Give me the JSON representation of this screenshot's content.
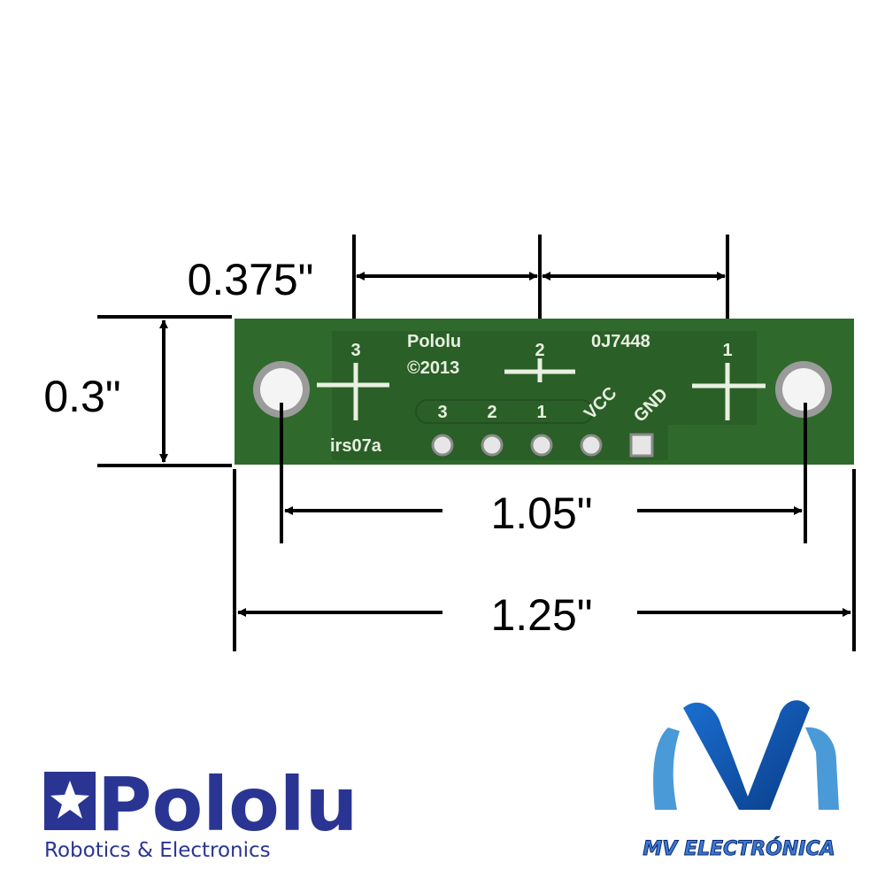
{
  "dimensions": {
    "sensor_spacing": "0.375\"",
    "height": "0.3\"",
    "hole_spacing": "1.05\"",
    "width": "1.25\""
  },
  "board": {
    "brand": "Pololu",
    "copyright": "©2013",
    "part_code": "0J7448",
    "model": "irs07a",
    "sensor_labels": [
      "3",
      "2",
      "1"
    ],
    "pin_labels": [
      "3",
      "2",
      "1",
      "VCC",
      "GND"
    ],
    "colors": {
      "board": "#2f6a2c",
      "silkscreen": "#e8f0e0"
    }
  },
  "logos": {
    "pololu": {
      "name": "Pololu",
      "tagline": "Robotics & Electronics",
      "color": "#2a3593"
    },
    "mv": {
      "name": "MV ELECTRÓNICA",
      "color": "#3a78d8"
    }
  }
}
